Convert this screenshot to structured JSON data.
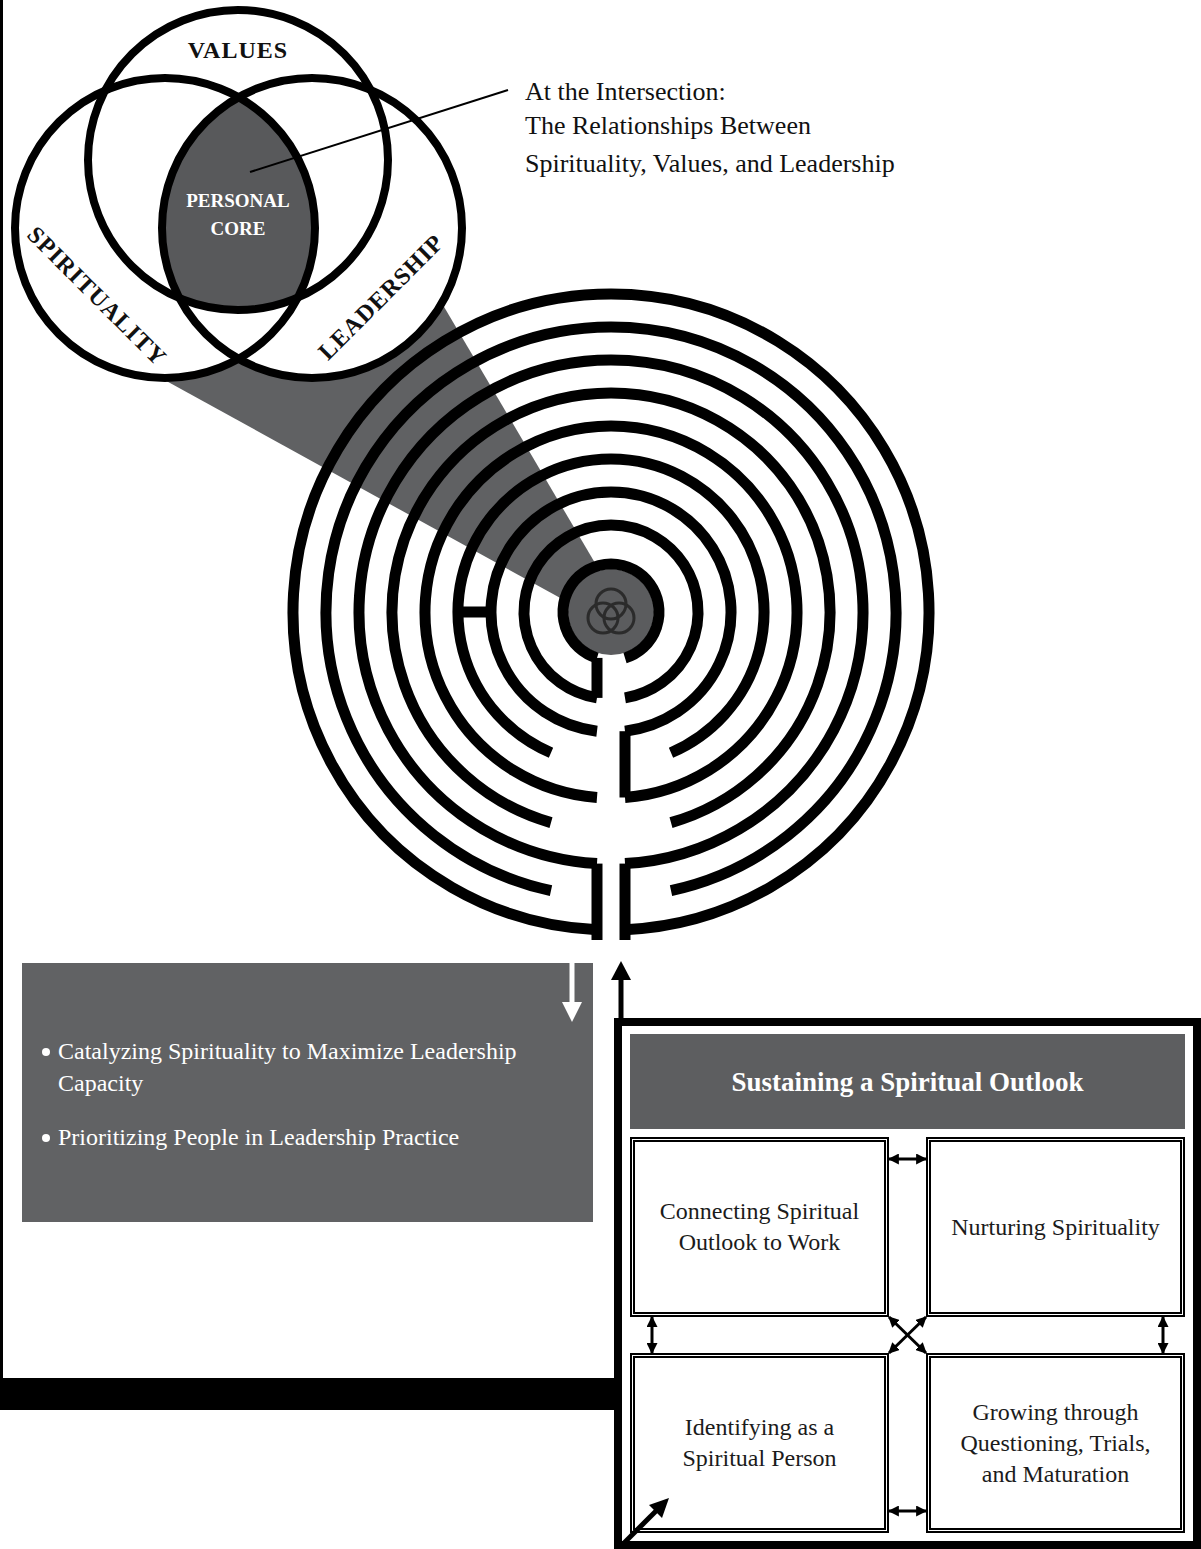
{
  "diagram": {
    "nodes": [
      {
        "text": [
          "VALUES"
        ]
      },
      {
        "text": [
          "SPIRITUALITY"
        ]
      },
      {
        "text": [
          "LEADERSHIP"
        ]
      },
      {
        "text": [
          "PERSONAL CORE"
        ]
      },
      {
        "text": [
          "Catalyzing Spirituality to Maximize Leadership Capacity",
          "Prioritizing People in Leadership Practice"
        ]
      },
      {
        "text": [
          "Sustaining a Spiritual Outlook"
        ]
      },
      {
        "text": [
          "Connecting Spiritual Outlook to Work"
        ],
        "in": 5
      },
      {
        "text": [
          "Nurturing Spirituality"
        ],
        "in": 5
      },
      {
        "text": [
          "Identifying as a Spiritual Person"
        ],
        "in": 5
      },
      {
        "text": [
          "Growing through Questioning, Trials, and Maturation"
        ],
        "in": 5
      }
    ],
    "edges": [
      {
        "from": 6,
        "to": 7,
        "arrow": "both"
      },
      {
        "from": 6,
        "to": 8,
        "arrow": "both"
      },
      {
        "from": 7,
        "to": 9,
        "arrow": "both"
      },
      {
        "from": 8,
        "to": 9,
        "arrow": "both"
      },
      {
        "from": 6,
        "to": 9,
        "arrow": "both"
      },
      {
        "from": 7,
        "to": 8,
        "arrow": "both"
      }
    ],
    "labels": [
      "At the Intersection:",
      "The Relationships Between Spirituality, Values, and Leadership"
    ]
  }
}
